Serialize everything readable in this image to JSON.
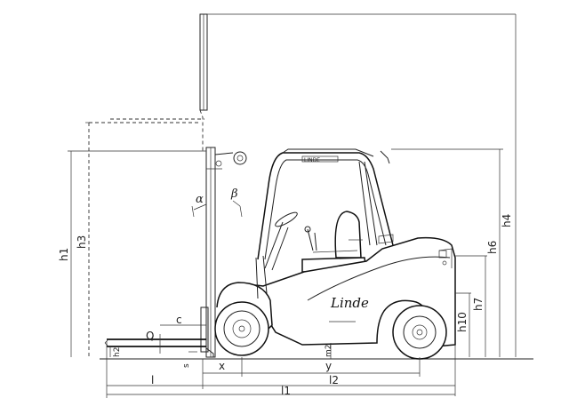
{
  "brand": {
    "logo_text": "Linde",
    "roof_text": "LINDE"
  },
  "labels": {
    "h1": "h1",
    "h2": "h2",
    "h3": "h3",
    "h4": "h4",
    "h6": "h6",
    "h7": "h7",
    "h10": "h10",
    "alpha": "α",
    "beta": "β",
    "c": "c",
    "Q": "Q",
    "s": "s",
    "x": "x",
    "y": "y",
    "m2": "m2",
    "l": "l",
    "l1": "l1",
    "l2": "l2"
  }
}
